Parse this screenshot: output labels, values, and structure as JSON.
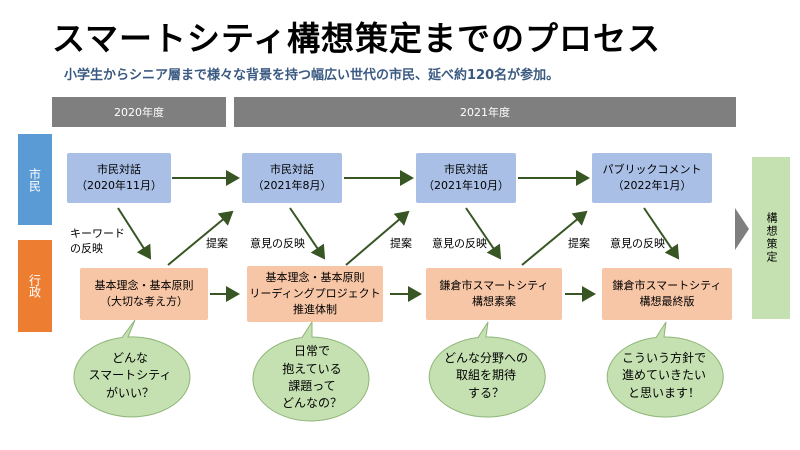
{
  "title": "スマートシティ構想策定までのプロセス",
  "subtitle": "小学生からシニア層まで様々な背景を持つ幅広い世代の市民、延べ約120名が参加。",
  "years": {
    "y2020": "2020年度",
    "y2021": "2021年度"
  },
  "rows": {
    "citizen": "市民",
    "admin": "行政"
  },
  "citizen_boxes": [
    "市民対話\n（2020年11月）",
    "市民対話\n（2021年8月）",
    "市民対話\n（2021年10月）",
    "パブリックコメント\n（2022年1月）"
  ],
  "admin_boxes": [
    "基本理念・基本原則\n（大切な考え方）",
    "基本理念・基本原則\nリーディングプロジェクト\n推進体制",
    "鎌倉市スマートシティ\n構想素案",
    "鎌倉市スマートシティ\n構想最終版"
  ],
  "flow_labels": {
    "keyword": "キーワード\nの反映",
    "proposal_1": "提案",
    "reflect_1": "意見の反映",
    "proposal_2": "提案",
    "reflect_2": "意見の反映",
    "proposal_3": "提案",
    "reflect_3": "意見の反映"
  },
  "final": "構想策定",
  "bubbles": [
    "どんな\nスマートシティ\nがいい？",
    "日常で\n抱えている\n課題って\nどんなの？",
    "どんな分野への\n取組を期待\nする？",
    "こういう方針で\n進めていきたい\nと思います！"
  ],
  "colors": {
    "citizen_label": "#5b9bd5",
    "admin_label": "#ed7d31",
    "citizen_box": "#a9bfe6",
    "admin_box": "#f7c6a7",
    "bubble": "#c5e1b2",
    "arrow": "#375623",
    "year_bar": "#7f7f7f"
  }
}
